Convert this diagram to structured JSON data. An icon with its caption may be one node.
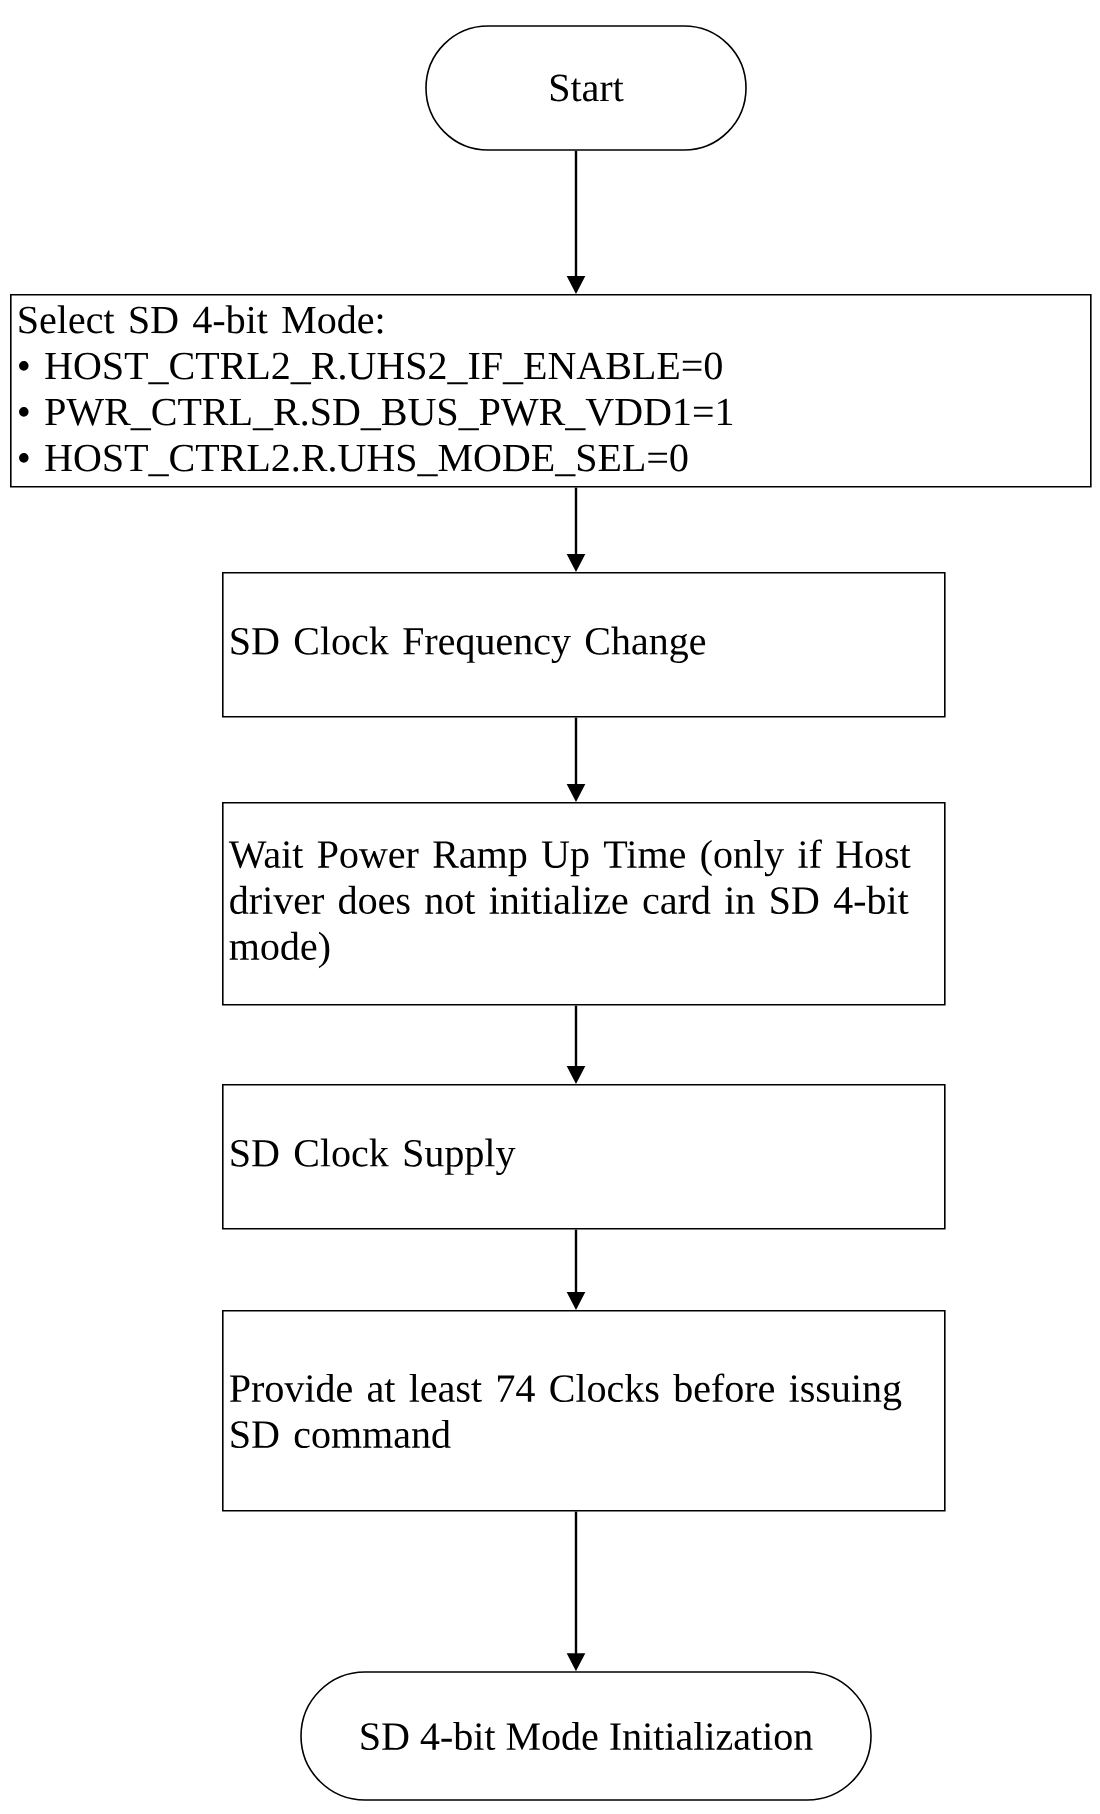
{
  "diagram": {
    "nodes": [
      {
        "text": [
          "Start"
        ]
      },
      {
        "text": [
          "Select SD 4-bit Mode:",
          "• HOST_CTRL2_R.UHS2_IF_ENABLE=0",
          "• PWR_CTRL_R.SD_BUS_PWR_VDD1=1",
          "• HOST_CTRL2.R.UHS_MODE_SEL=0"
        ]
      },
      {
        "text": [
          "SD Clock Frequency Change"
        ]
      },
      {
        "text": [
          "Wait Power Ramp Up Time (only if Host driver does not initialize card in SD 4-bit mode)"
        ]
      },
      {
        "text": [
          "SD Clock Supply"
        ]
      },
      {
        "text": [
          "Provide at least 74 Clocks before issuing SD command"
        ]
      },
      {
        "text": [
          "SD 4-bit Mode Initialization"
        ]
      }
    ],
    "edges": [
      {
        "from": 0,
        "to": 1,
        "arrow": "to"
      },
      {
        "from": 1,
        "to": 2,
        "arrow": "to"
      },
      {
        "from": 2,
        "to": 3,
        "arrow": "to"
      },
      {
        "from": 3,
        "to": 4,
        "arrow": "to"
      },
      {
        "from": 4,
        "to": 5,
        "arrow": "to"
      },
      {
        "from": 5,
        "to": 6,
        "arrow": "to"
      }
    ]
  }
}
